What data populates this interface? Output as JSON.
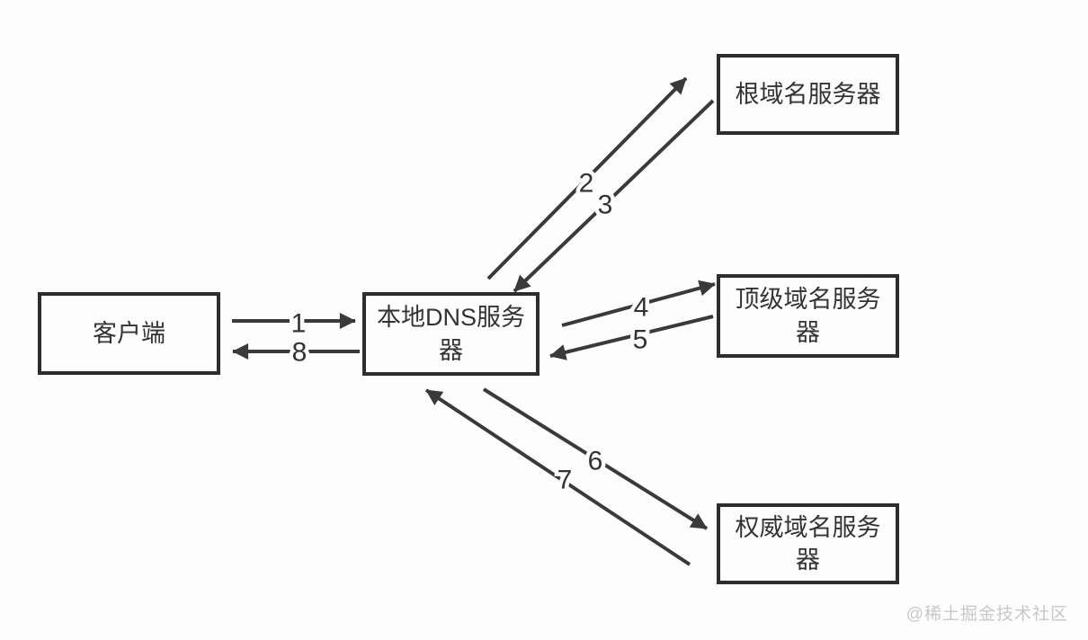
{
  "diagram": {
    "nodes": [
      {
        "id": "client",
        "label": "客户端"
      },
      {
        "id": "local-dns",
        "label": "本地DNS服务器"
      },
      {
        "id": "root-server",
        "label": "根域名服务器"
      },
      {
        "id": "tld-server",
        "label": "顶级域名服务器"
      },
      {
        "id": "auth-server",
        "label": "权威域名服务器"
      }
    ],
    "arrows": [
      {
        "label": "1",
        "from": "client",
        "to": "local-dns"
      },
      {
        "label": "2",
        "from": "local-dns",
        "to": "root-server"
      },
      {
        "label": "3",
        "from": "root-server",
        "to": "local-dns"
      },
      {
        "label": "4",
        "from": "local-dns",
        "to": "tld-server"
      },
      {
        "label": "5",
        "from": "tld-server",
        "to": "local-dns"
      },
      {
        "label": "6",
        "from": "local-dns",
        "to": "auth-server"
      },
      {
        "label": "7",
        "from": "auth-server",
        "to": "local-dns"
      },
      {
        "label": "8",
        "from": "local-dns",
        "to": "client"
      }
    ],
    "colors": {
      "line": "#3a3a3a",
      "box_border": "#2d2d2d",
      "text": "#333333",
      "background": "#fdfdfd",
      "watermark": "#c8c8c8"
    }
  },
  "watermark": {
    "text": "@稀土掘金技术社区"
  }
}
